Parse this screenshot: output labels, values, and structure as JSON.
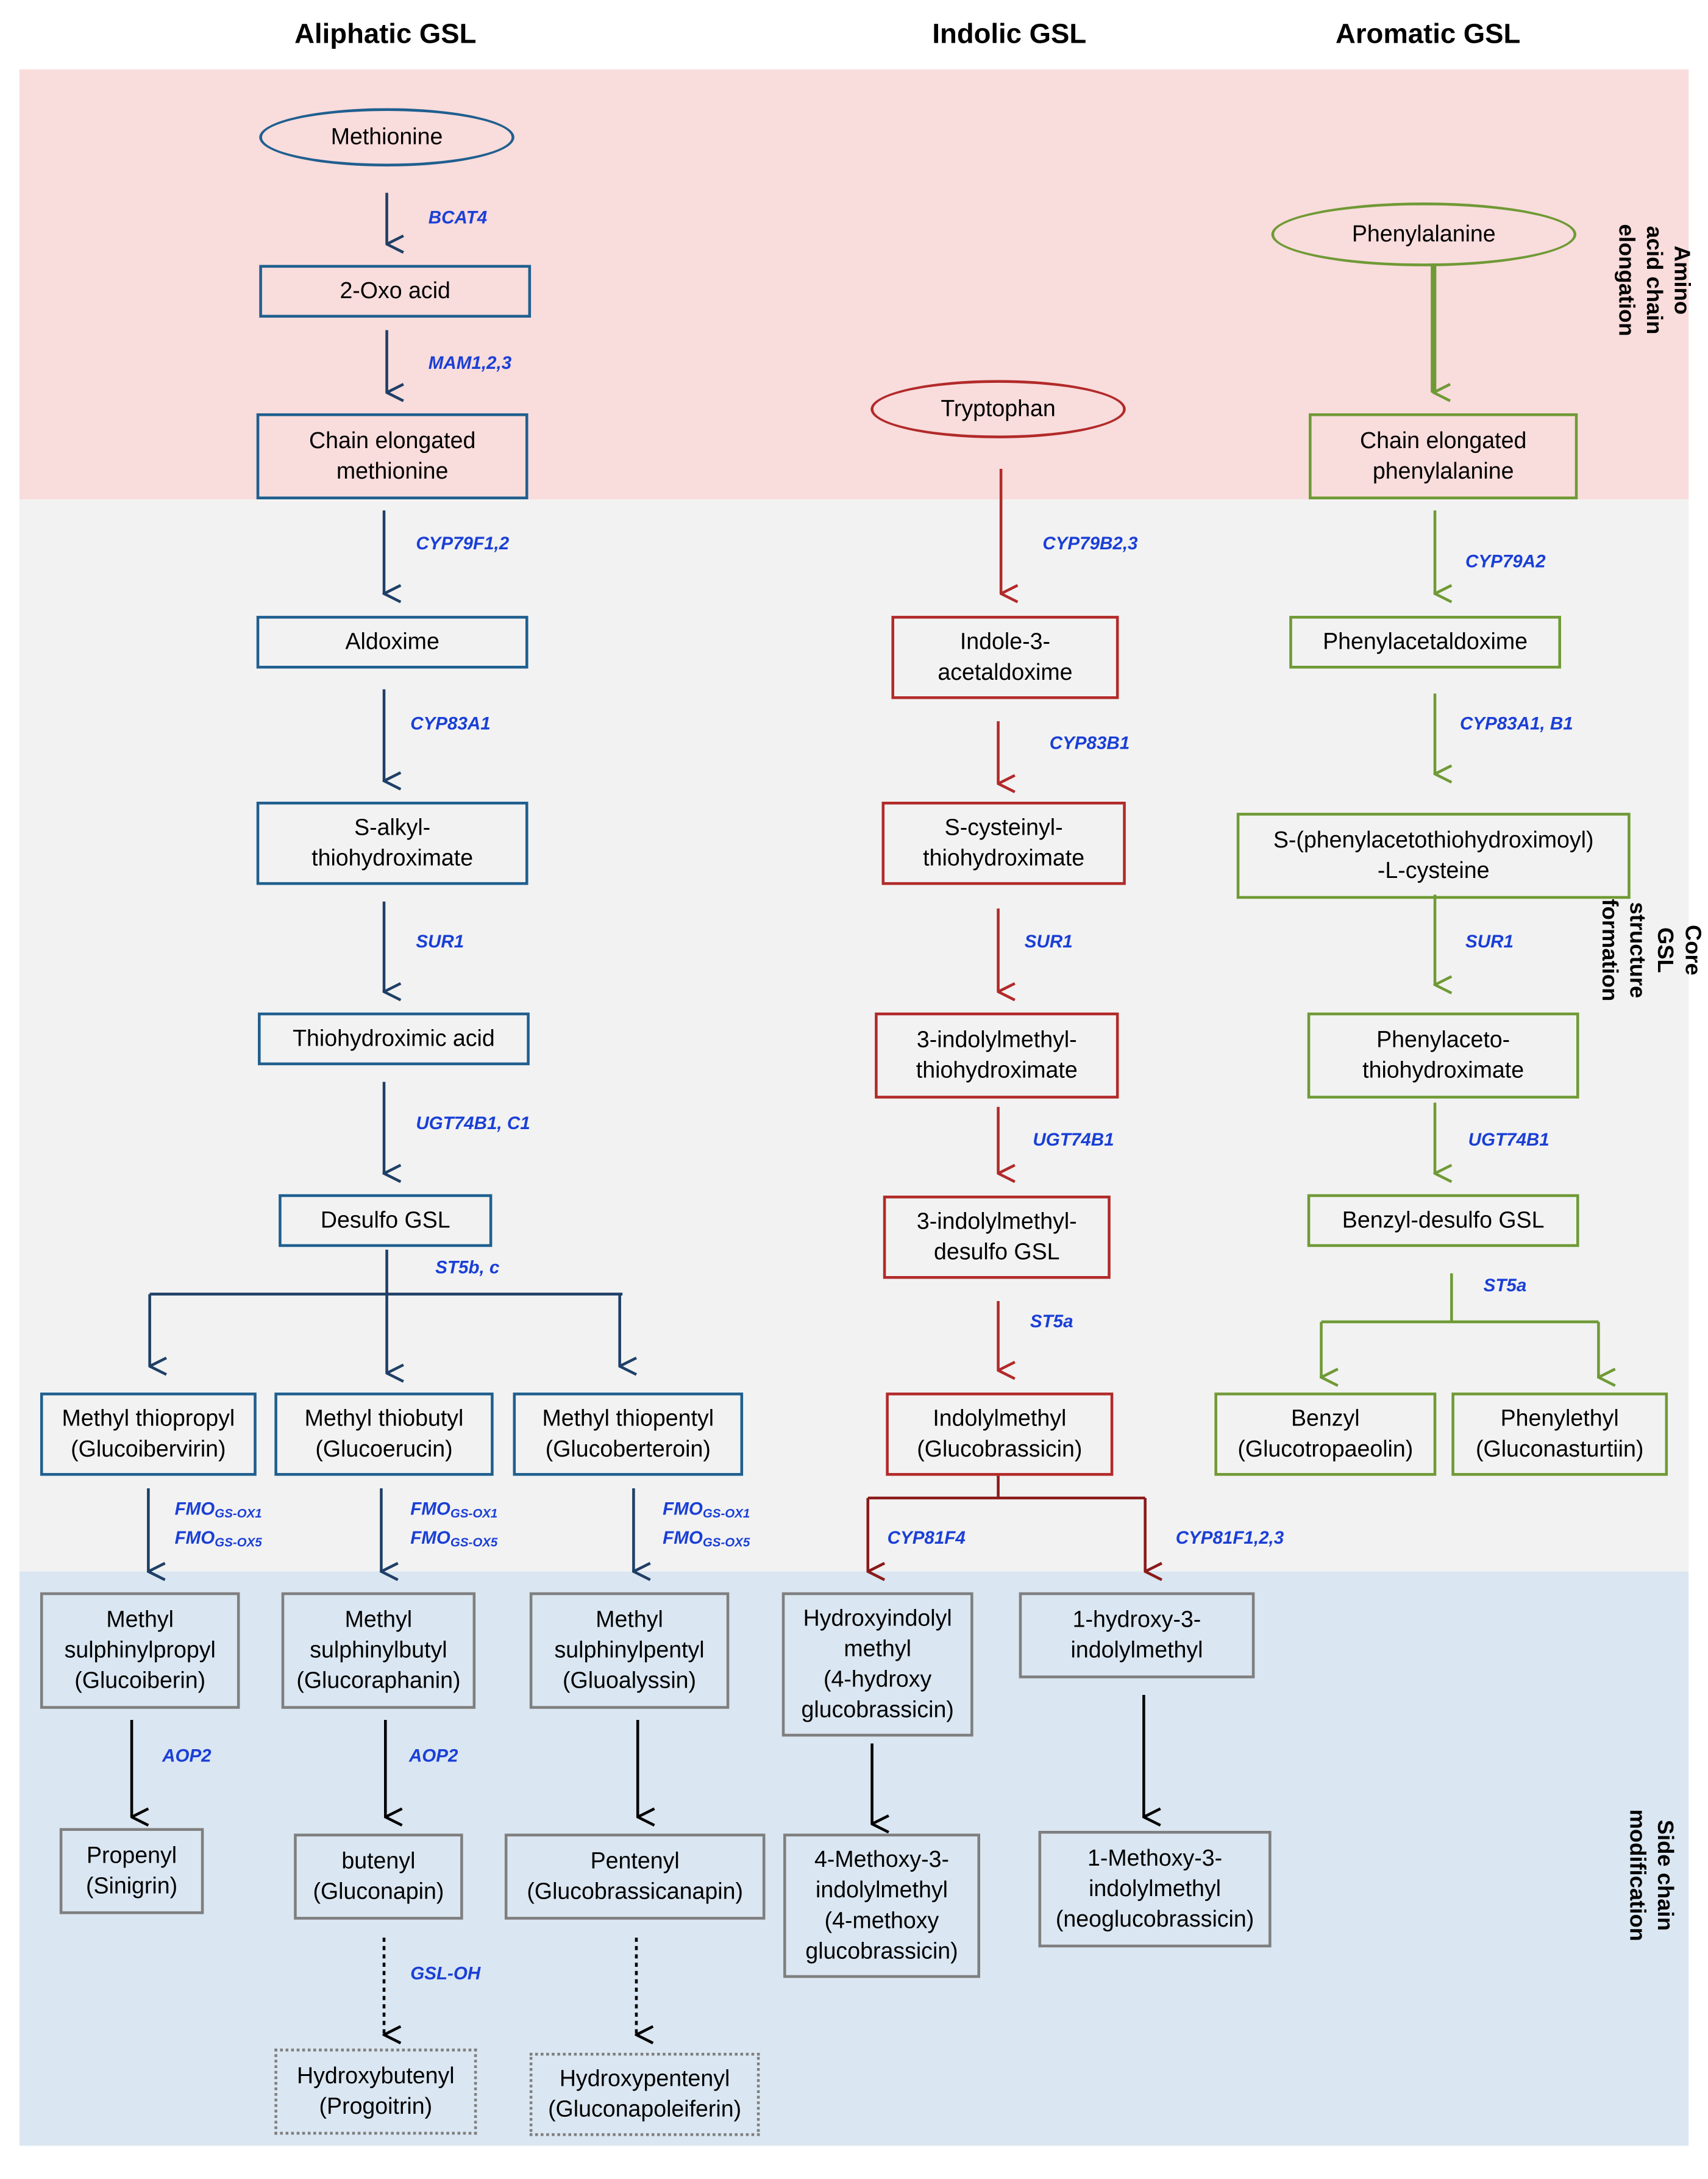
{
  "headers": {
    "aliphatic": "Aliphatic GSL",
    "indolic": "Indolic GSL",
    "aromatic": "Aromatic GSL"
  },
  "stages": {
    "amino": "Amino acid chain\nelongation",
    "core": "Core GSL structure formation",
    "side": "Side chain modification"
  },
  "colors": {
    "aliphatic": "#1f5f8f",
    "indolic": "#b22a2a",
    "aromatic": "#6f9a35",
    "enzyme": "#1a3fd6",
    "band_amino": "#f9dcdc",
    "band_core": "#f2f2f2",
    "band_side": "#dae6f1"
  },
  "aliphatic": {
    "methionine": "Methionine",
    "oxo": "2-Oxo acid",
    "chain": "Chain elongated\nmethionine",
    "aldoxime": "Aldoxime",
    "salkyl": "S-alkyl-\nthiohydroximate",
    "thio": "Thiohydroximic acid",
    "desulfo": "Desulfo GSL",
    "mtpropyl": "Methyl thiopropyl\n(Glucoibervirin)",
    "mtbutyl": "Methyl thiobutyl\n(Glucoerucin)",
    "mtpentyl": "Methyl thiopentyl\n(Glucoberteroin)",
    "mspropyl": "Methyl\nsulphinylpropyl\n(Glucoiberin)",
    "msbutyl": "Methyl\nsulphinylbutyl\n(Glucoraphanin)",
    "mspentyl": "Methyl\nsulphinylpentyl\n(Gluoalyssin)",
    "propenyl": "Propenyl\n(Sinigrin)",
    "butenyl": "butenyl\n(Gluconapin)",
    "pentenyl": "Pentenyl\n(Glucobrassicanapin)",
    "hbutenyl": "Hydroxybutenyl\n(Progoitrin)",
    "hpentenyl": "Hydroxypentenyl\n(Gluconapoleiferin)"
  },
  "indolic": {
    "tryptophan": "Tryptophan",
    "iaox": "Indole-3-\nacetaldoxime",
    "scys": "S-cysteinyl-\nthiohydroximate",
    "imthio": "3-indolylmethyl-\nthiohydroximate",
    "imdesulfo": "3-indolylmethyl-\ndesulfo GSL",
    "glucobrassicin": "Indolylmethyl\n(Glucobrassicin)",
    "hydroxy4": "Hydroxyindolyl\nmethyl\n(4-hydroxy\nglucobrassicin)",
    "methoxy4": "4-Methoxy-3-\nindolylmethyl\n(4-methoxy\nglucobrassicin)",
    "hydroxy1": "1-hydroxy-3-\nindolylmethyl",
    "methoxy1": "1-Methoxy-3-\nindolylmethyl\n(neoglucobrassicin)"
  },
  "aromatic": {
    "phenylalanine": "Phenylalanine",
    "chain": "Chain elongated\nphenylalanine",
    "paox": "Phenylacetaldoxime",
    "scys": "S-(phenylacetothiohydroximoyl)\n-L-cysteine",
    "pathio": "Phenylaceto-\nthiohydroximate",
    "bzdesulfo": "Benzyl-desulfo GSL",
    "benzyl": "Benzyl\n(Glucotropaeolin)",
    "phenylethyl": "Phenylethyl\n(Gluconasturtiin)"
  },
  "enzymes": {
    "bcat4": "BCAT4",
    "mam": "MAM1,2,3",
    "cyp79f": "CYP79F1,2",
    "cyp83a1": "CYP83A1",
    "sur1": "SUR1",
    "ugt": "UGT74B1,  C1",
    "st5bc": "ST5b,  c",
    "fmo": "FMO",
    "ox1": "GS-OX1",
    "ox5": "GS-OX5",
    "aop2": "AOP2",
    "gsloh": "GSL-OH",
    "cyp79b": "CYP79B2,3",
    "cyp83b1": "CYP83B1",
    "ugt74b1": "UGT74B1",
    "st5a": "ST5a",
    "cyp81f4": "CYP81F4",
    "cyp81f123": "CYP81F1,2,3",
    "cyp79a2": "CYP79A2",
    "cyp83a1b1": "CYP83A1,  B1"
  }
}
